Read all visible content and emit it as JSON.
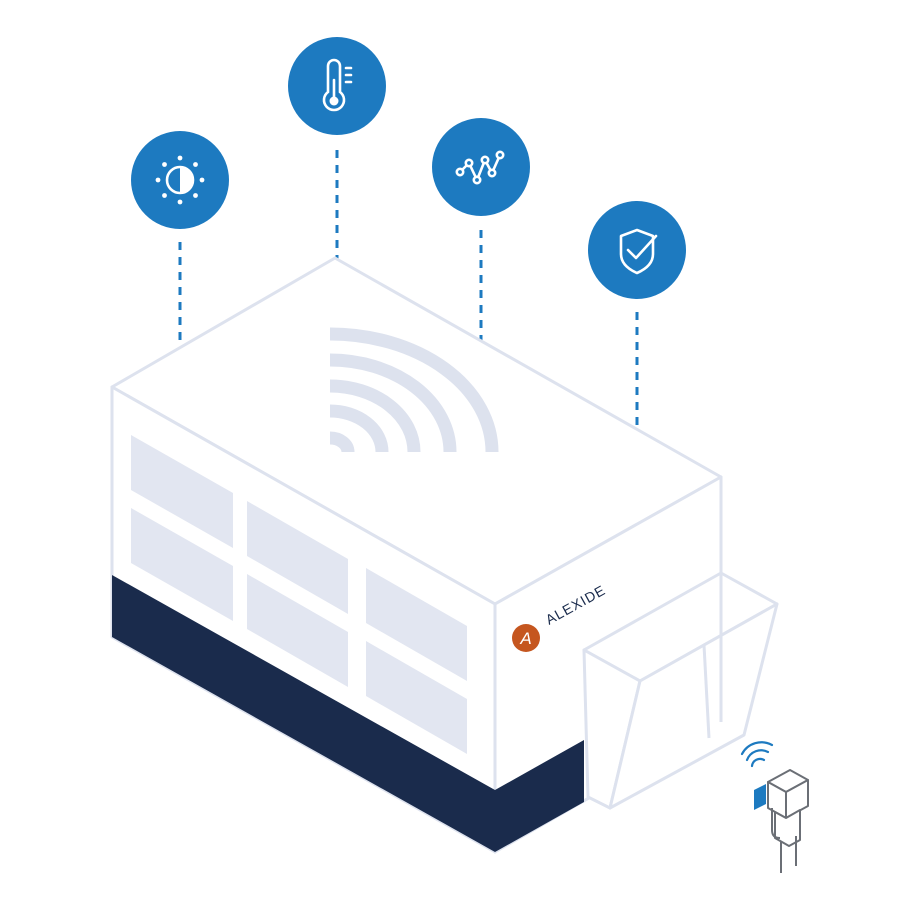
{
  "brand": {
    "name": "ALEXIDE",
    "logo_letter": "A"
  },
  "sensors": [
    {
      "id": "light",
      "icon": "brightness-contrast-icon"
    },
    {
      "id": "temperature",
      "icon": "thermometer-icon"
    },
    {
      "id": "analytics",
      "icon": "line-graph-icon"
    },
    {
      "id": "security",
      "icon": "shield-check-icon"
    }
  ],
  "colors": {
    "sensor_blue": "#1d7ac0",
    "outline": "#dde2ee",
    "window_fill": "#e2e6f1",
    "base_navy": "#1a2b4c",
    "logo_orange": "#c5561f",
    "device_blue": "#1d7ac0",
    "device_outline": "#6b6f76"
  }
}
